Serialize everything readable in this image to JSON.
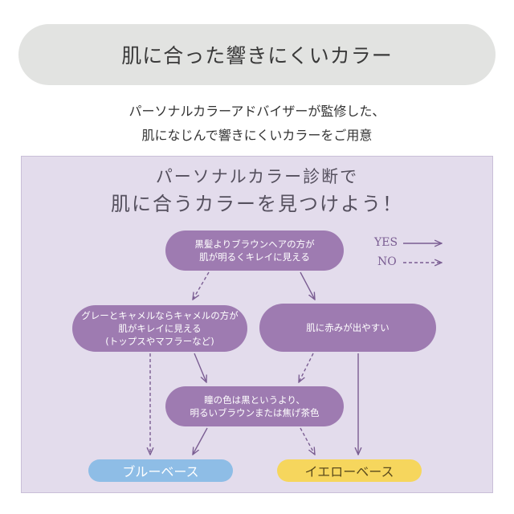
{
  "header": {
    "title": "肌に合った響きにくいカラー"
  },
  "intro": {
    "line1": "パーソナルカラーアドバイザーが監修した、",
    "line2": "肌になじんで響きにくいカラーをご用意"
  },
  "diagram": {
    "title_line1": "パーソナルカラー診断で",
    "title_line2": "肌に合うカラーを見つけよう！",
    "legend": {
      "yes": "YES",
      "no": "NO"
    },
    "nodes": {
      "q1": {
        "line1": "黒髪よりブラウンヘアの方が",
        "line2": "肌が明るくキレイに見える"
      },
      "q2": {
        "line1": "グレーとキャメルならキャメルの方が",
        "line2": "肌がキレイに見える",
        "line3": "(トップスやマフラーなど)"
      },
      "q3": {
        "line1": "肌に赤みが出やすい"
      },
      "q4": {
        "line1": "瞳の色は黒というより、",
        "line2": "明るいブラウンまたは焦げ茶色"
      }
    },
    "results": {
      "blue": "ブルーベース",
      "yellow": "イエローベース"
    },
    "colors": {
      "node": "#9e7bb1",
      "panel": "#e3dcec",
      "blue_base": "#8ebde6",
      "yellow_base": "#f6d65d",
      "arrow": "#7a5d92"
    }
  }
}
